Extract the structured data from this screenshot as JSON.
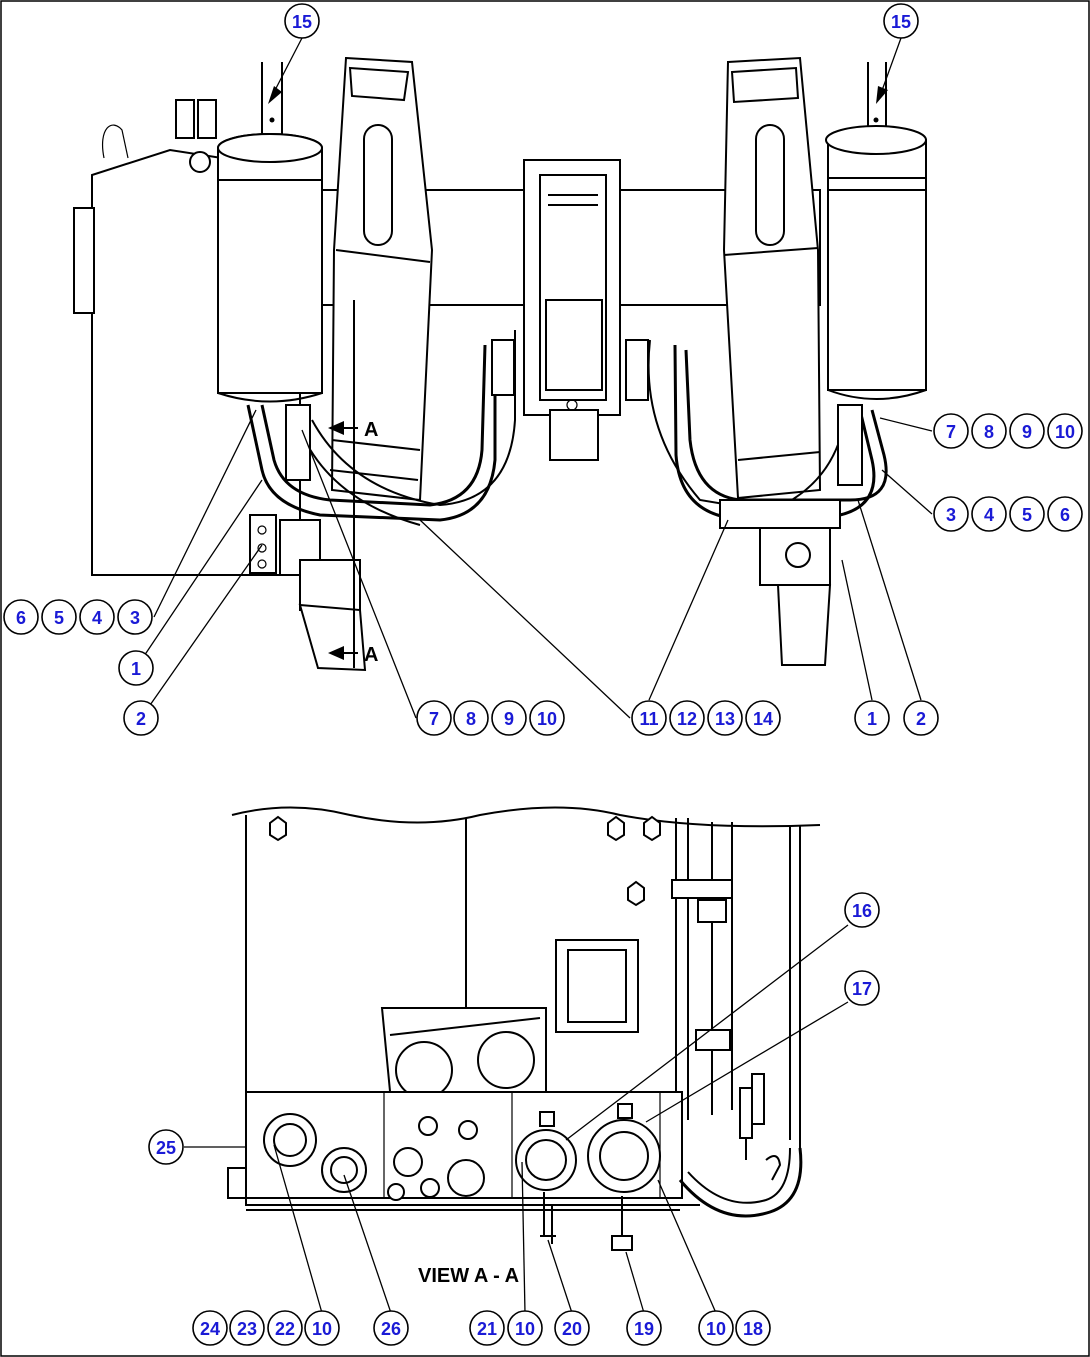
{
  "callouts": [
    {
      "id": "c15a",
      "label": "15"
    },
    {
      "id": "c15b",
      "label": "15"
    },
    {
      "id": "c7a",
      "label": "7"
    },
    {
      "id": "c8a",
      "label": "8"
    },
    {
      "id": "c9a",
      "label": "9"
    },
    {
      "id": "c10a",
      "label": "10"
    },
    {
      "id": "c3a",
      "label": "3"
    },
    {
      "id": "c4a",
      "label": "4"
    },
    {
      "id": "c5a",
      "label": "5"
    },
    {
      "id": "c6a",
      "label": "6"
    },
    {
      "id": "c6b",
      "label": "6"
    },
    {
      "id": "c5b",
      "label": "5"
    },
    {
      "id": "c4b",
      "label": "4"
    },
    {
      "id": "c3b",
      "label": "3"
    },
    {
      "id": "c1a",
      "label": "1"
    },
    {
      "id": "c2a",
      "label": "2"
    },
    {
      "id": "c7b",
      "label": "7"
    },
    {
      "id": "c8b",
      "label": "8"
    },
    {
      "id": "c9b",
      "label": "9"
    },
    {
      "id": "c10b",
      "label": "10"
    },
    {
      "id": "c11",
      "label": "11"
    },
    {
      "id": "c12",
      "label": "12"
    },
    {
      "id": "c13",
      "label": "13"
    },
    {
      "id": "c14",
      "label": "14"
    },
    {
      "id": "c1b",
      "label": "1"
    },
    {
      "id": "c2b",
      "label": "2"
    },
    {
      "id": "c16",
      "label": "16"
    },
    {
      "id": "c17",
      "label": "17"
    },
    {
      "id": "c25",
      "label": "25"
    },
    {
      "id": "c24",
      "label": "24"
    },
    {
      "id": "c23",
      "label": "23"
    },
    {
      "id": "c22",
      "label": "22"
    },
    {
      "id": "c10c",
      "label": "10"
    },
    {
      "id": "c26",
      "label": "26"
    },
    {
      "id": "c21",
      "label": "21"
    },
    {
      "id": "c10d",
      "label": "10"
    },
    {
      "id": "c20",
      "label": "20"
    },
    {
      "id": "c19",
      "label": "19"
    },
    {
      "id": "c10e",
      "label": "10"
    },
    {
      "id": "c18",
      "label": "18"
    }
  ],
  "section_marker": "A",
  "view_label": "VIEW A - A",
  "colors": {
    "callout_text": "#1a1ad6",
    "line": "#000000",
    "background": "#ffffff"
  }
}
